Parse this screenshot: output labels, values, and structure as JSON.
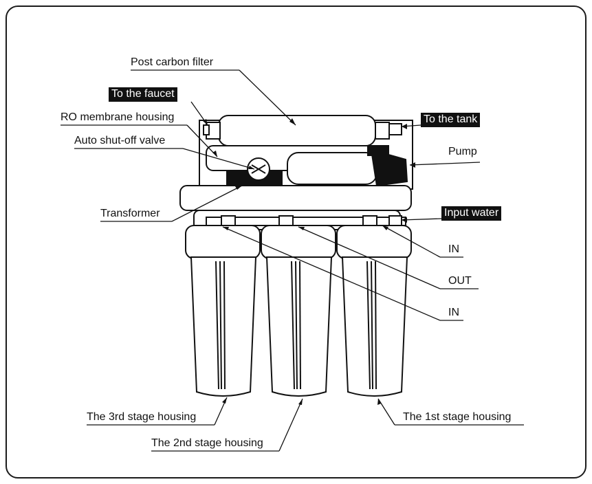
{
  "diagram": {
    "labels": {
      "post_carbon_filter": "Post carbon filter",
      "to_the_faucet": "To the faucet",
      "ro_membrane_housing": "RO membrane housing",
      "auto_shutoff_valve": "Auto shut-off valve",
      "to_the_tank": "To the tank",
      "pump": "Pump",
      "transformer": "Transformer",
      "input_water": "Input water",
      "in_upper": "IN",
      "out": "OUT",
      "in_lower": "IN",
      "third_stage_housing": "The 3rd stage housing",
      "second_stage_housing": "The 2nd stage housing",
      "first_stage_housing": "The 1st stage housing"
    },
    "colors": {
      "ink": "#111111",
      "fill": "#ffffff",
      "tag_bg": "#111111",
      "tag_text": "#ffffff"
    }
  }
}
